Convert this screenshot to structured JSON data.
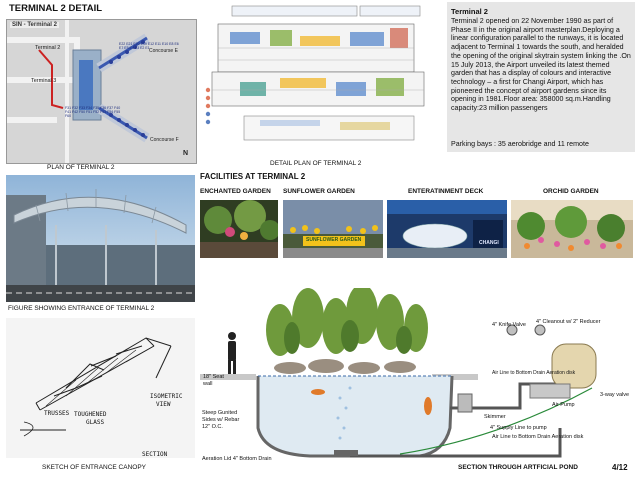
{
  "sheet": {
    "title": "TERMINAL 2 DETAIL",
    "page_number": "4/12"
  },
  "map_panel": {
    "header": "SIN - Terminal 2",
    "labels": {
      "terminal2": "Terminal 2",
      "terminal3": "Terminal 3",
      "concourse_e": "Concourse E",
      "concourse_f": "Concourse F"
    },
    "gates_e": [
      "E22",
      "E21",
      "E20",
      "E19",
      "E12",
      "E11",
      "E10",
      "E8",
      "E6",
      "E7",
      "E5",
      "E4",
      "E3",
      "E2",
      "E1"
    ],
    "gates_f": [
      "F31",
      "F32",
      "F33",
      "F34",
      "F35",
      "F36",
      "F37",
      "F40",
      "F41",
      "F42",
      "F50",
      "F51",
      "F52",
      "F53",
      "F54",
      "F55",
      "F60"
    ],
    "compass": "N",
    "caption": "PLAN OF TERMINAL 2"
  },
  "detail_plan": {
    "caption": "DETAIL PLAN OF TERMINAL 2"
  },
  "info": {
    "title": "Terminal 2",
    "body": "Terminal 2 opened on 22 November 1990 as part of Phase II in the original airport masterplan.Deploying a linear configuration parallel to the runways, it is located adjacent to Terminal 1 towards the south, and heralded the opening of the original skytrain system linking the .On 15 July 2013, the Airport unveiled its latest themed garden that has a display of colours and interactive technology – a first for Changi Airport, which has pioneered the concept of airport gardens since its opening in 1981.Floor area: 358000 sq.m.Handling capacity:23 million passengers",
    "parking": "Parking bays : 35 aerobridge and 11 remote"
  },
  "entrance_photo": {
    "caption": "FIGURE SHOWING ENTRANCE OF TERMINAL 2"
  },
  "facilities": {
    "title": "FACILITIES AT TERMINAL 2",
    "items": [
      "ENCHANTED GARDEN",
      "SUNFLOWER GARDEN",
      "ENTERATINMENT DECK",
      "ORCHID GARDEN"
    ],
    "sunflower_sign": "SUNFLOWER GARDEN",
    "deck_sign": "CHANGI"
  },
  "sketch": {
    "labels": {
      "trusses": "TRUSSES",
      "toughened": "TOUGHENED",
      "glass": "GLASS",
      "isometric": "ISOMETRIC",
      "view": "VIEW",
      "section": "SECTION"
    },
    "caption": "SKETCH OF ENTRANCE CANOPY"
  },
  "pond": {
    "caption": "SECTION THROUGH ARTFICIAL POND",
    "labels": {
      "seat_wall_1": "18\" Seat",
      "seat_wall_2": "wall",
      "gunited_1": "Steep Gunited",
      "gunited_2": "Sides w/ Rebar",
      "gunited_3": "12\" O.C.",
      "knife_valve": "4\" Knife Valve",
      "cleanout": "4\" Cleanout  w/ 2\" Reducer",
      "air_lines": "Air Line to Bottom Drain Aeration disk",
      "air_pump": "Air Pump",
      "three_way": "3-way valve",
      "skimmer": "Skimmer",
      "supply": "4\" Supply Line to pump",
      "aeration_lid": "Aeration Lid 4\" Bottom Drain",
      "air_line_bottom": "Air Line to Bottom Drain Aeration disk"
    }
  }
}
